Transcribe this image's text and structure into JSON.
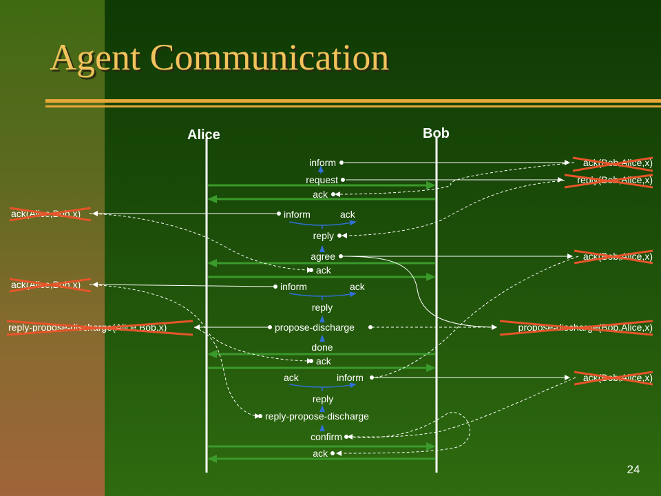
{
  "title": "Agent Communication",
  "page_number": "24",
  "colors": {
    "title": "#f2c25c",
    "accent_rule": "#e8a83a",
    "message_arrow": "#3a9a2a",
    "lifeline": "#ffffff",
    "cross_out": "#e8542a"
  },
  "lifelines": {
    "alice": "Alice",
    "bob": "Bob"
  },
  "right_labels": [
    {
      "id": "r1",
      "text": "ack(Bob,Alice,x)",
      "crossed": true
    },
    {
      "id": "r2",
      "text": "reply(Bob,Alice,x)",
      "crossed": true
    },
    {
      "id": "r3",
      "text": "ack(Bob,Alice,x)",
      "crossed": true
    },
    {
      "id": "r4",
      "text": "propose-discharge(Bob,Alice,x)",
      "crossed": true
    },
    {
      "id": "r5",
      "text": "ack(Bob,Alice,x)",
      "crossed": true
    }
  ],
  "left_labels": [
    {
      "id": "l1",
      "text": "ack(Alice,Bob,x)",
      "crossed": true
    },
    {
      "id": "l2",
      "text": "ack(Alice,Bob,x)",
      "crossed": true
    },
    {
      "id": "l3",
      "text": "reply-propose-discharge(Alice,Bob,x)",
      "crossed": true
    }
  ],
  "center_labels": {
    "c1": "inform",
    "c2": "request",
    "c3": "ack",
    "c4": "inform",
    "c5": "ack",
    "c6": "reply",
    "c7": "agree",
    "c8": "ack",
    "c9": "inform",
    "c10": "ack",
    "c11": "reply",
    "c12": "propose-discharge",
    "c13": "done",
    "c14": "ack",
    "c15": "ack",
    "c16": "inform",
    "c17": "reply",
    "c18": "reply-propose-discharge",
    "c19": "confirm",
    "c20": "ack"
  },
  "messages": [
    {
      "id": "m1",
      "from": "alice",
      "to": "bob"
    },
    {
      "id": "m2",
      "from": "bob",
      "to": "alice"
    },
    {
      "id": "m3",
      "from": "bob",
      "to": "alice"
    },
    {
      "id": "m4",
      "from": "alice",
      "to": "bob"
    },
    {
      "id": "m5",
      "from": "bob",
      "to": "alice"
    },
    {
      "id": "m6",
      "from": "alice",
      "to": "bob"
    },
    {
      "id": "m7",
      "from": "alice",
      "to": "bob"
    },
    {
      "id": "m8",
      "from": "bob",
      "to": "alice"
    }
  ]
}
